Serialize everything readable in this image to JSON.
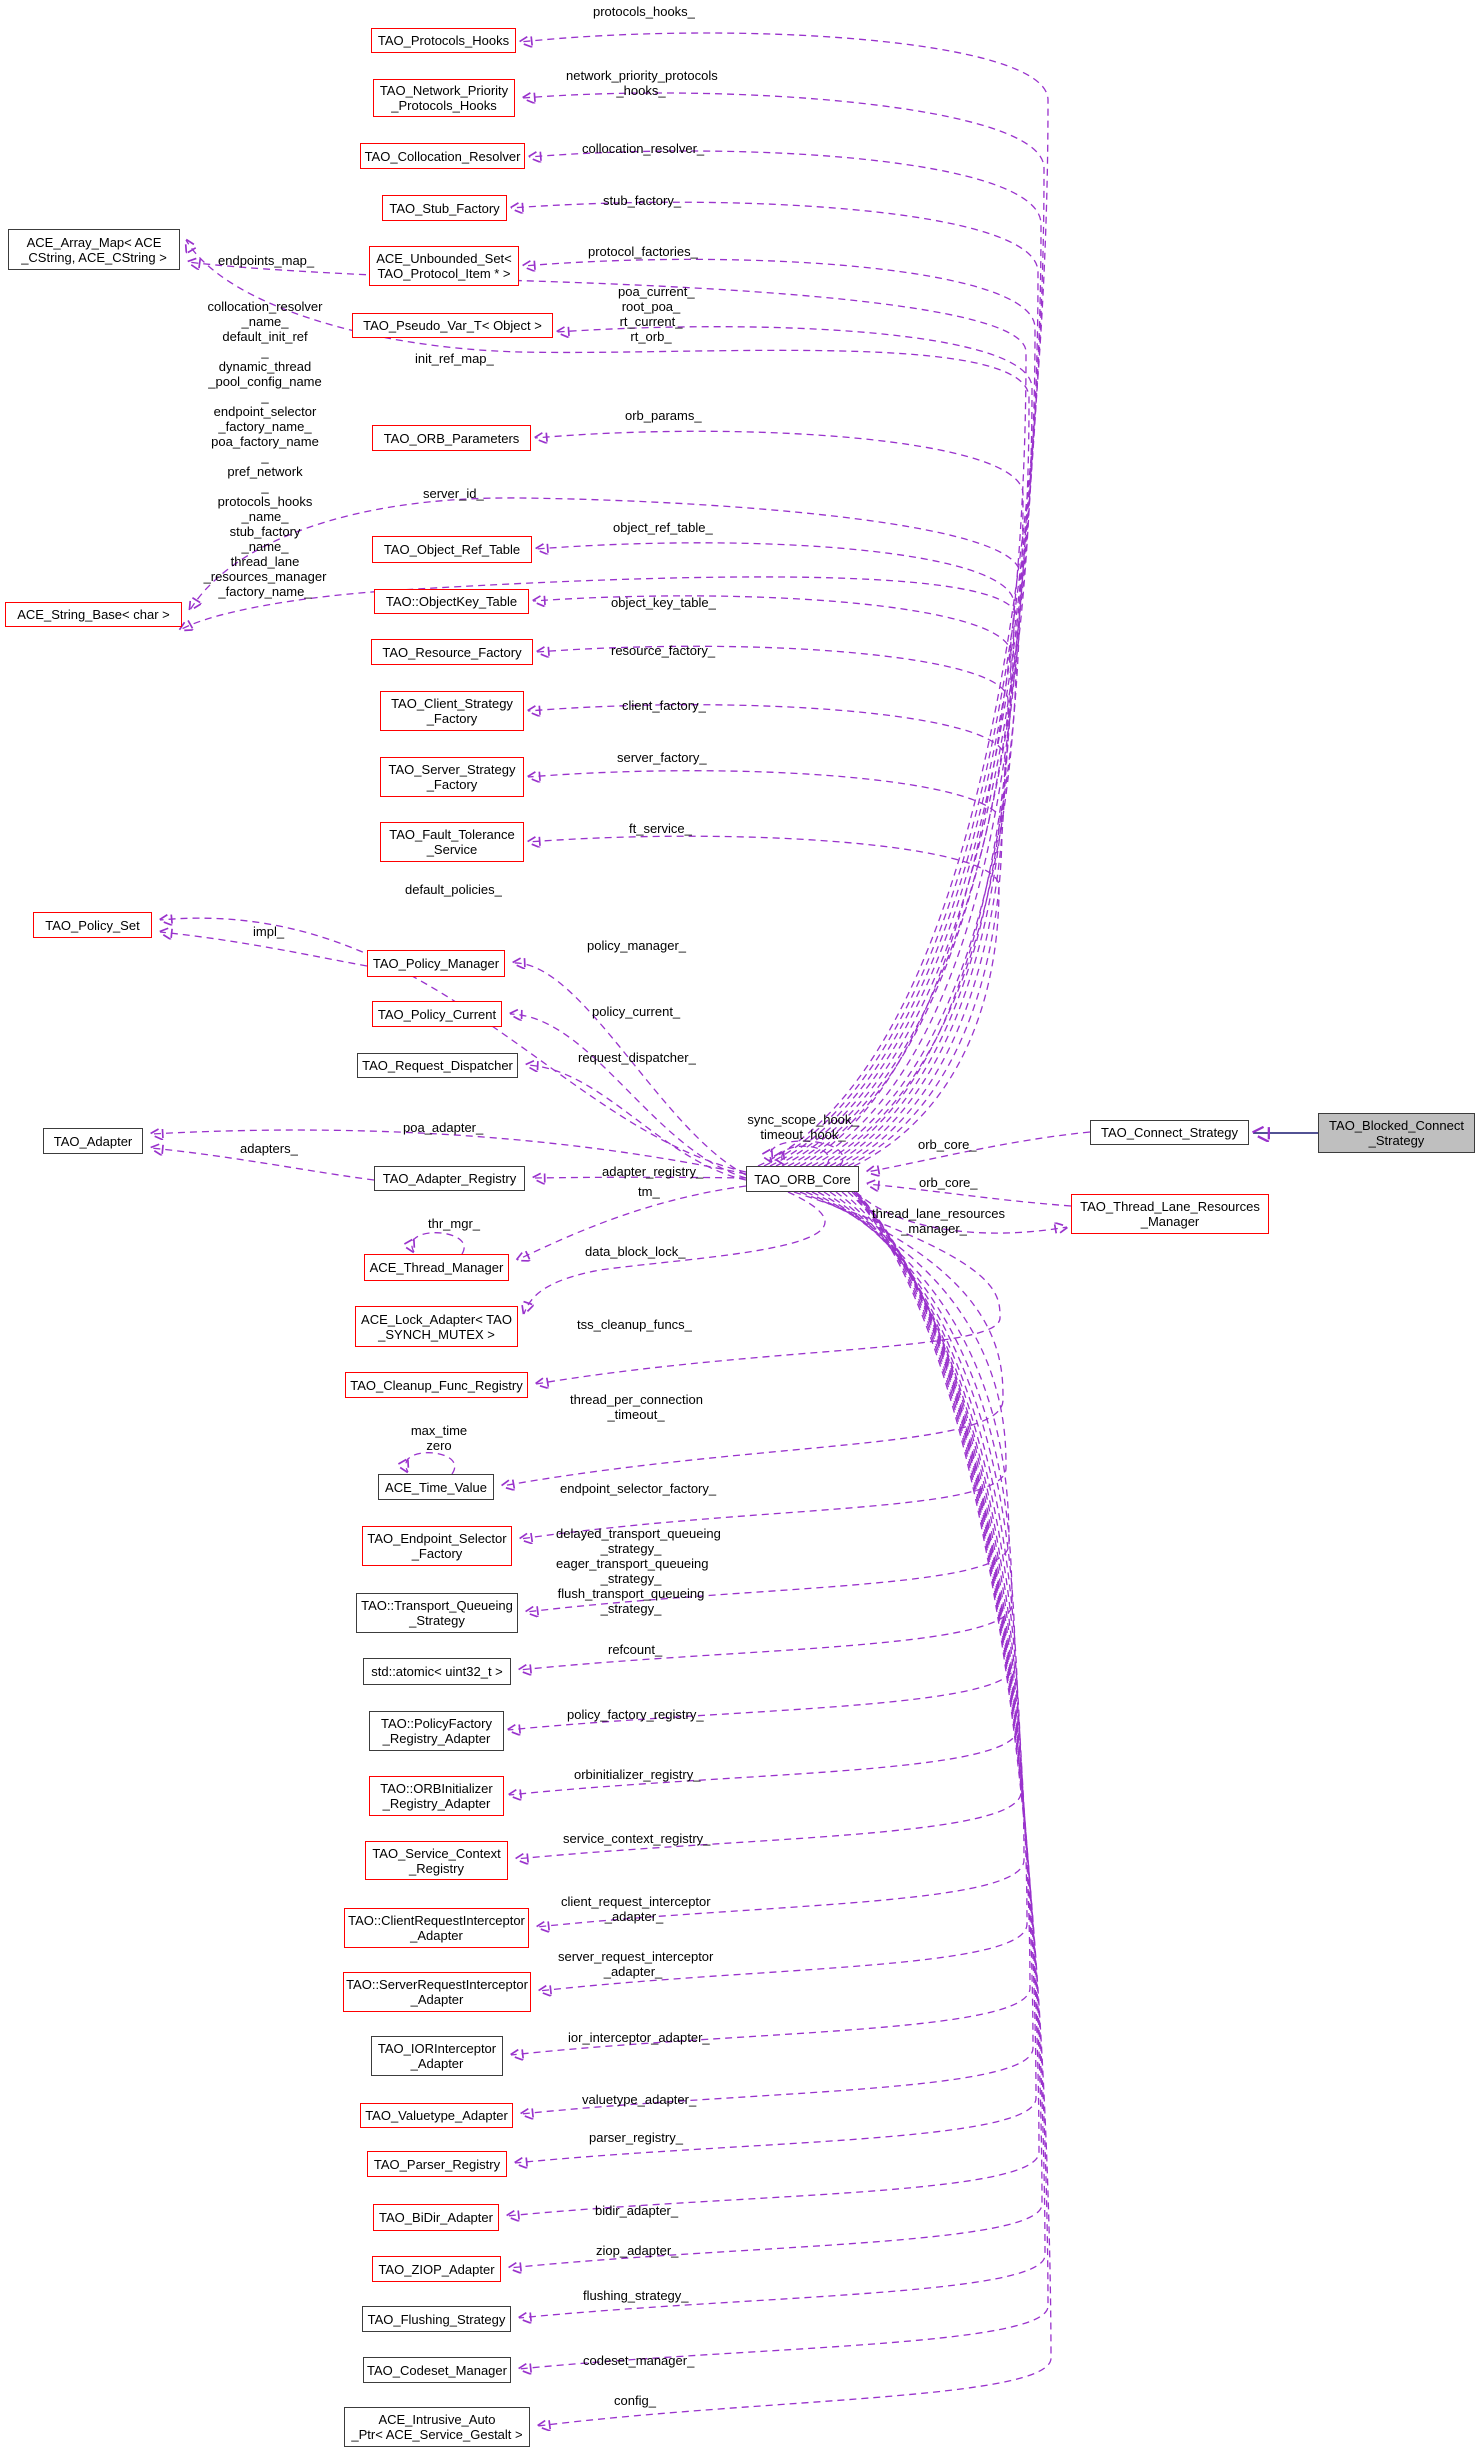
{
  "colors": {
    "usage_edge": "#9932cc",
    "inheritance_edge": "#191970",
    "red_node_border": "#ff0000",
    "black_node_border": "#3c3c3c",
    "node_fill": "#ffffff",
    "current_node_fill": "#bfbfbf",
    "text": "#000000"
  },
  "nodes": {
    "protocols_hooks": "TAO_Protocols_Hooks",
    "network_priority_protocols_hooks": "TAO_Network_Priority\n_Protocols_Hooks",
    "collocation_resolver": "TAO_Collocation_Resolver",
    "stub_factory": "TAO_Stub_Factory",
    "unbounded_set_protocol_item": "ACE_Unbounded_Set<\nTAO_Protocol_Item * >",
    "pseudo_var_t_object": "TAO_Pseudo_Var_T< Object >",
    "array_map_cstring": "ACE_Array_Map< ACE\n_CString, ACE_CString >",
    "orb_parameters": "TAO_ORB_Parameters",
    "object_ref_table": "TAO_Object_Ref_Table",
    "objectkey_table": "TAO::ObjectKey_Table",
    "resource_factory": "TAO_Resource_Factory",
    "client_strategy_factory": "TAO_Client_Strategy\n_Factory",
    "server_strategy_factory": "TAO_Server_Strategy\n_Factory",
    "fault_tolerance_service": "TAO_Fault_Tolerance\n_Service",
    "string_base_char": "ACE_String_Base< char >",
    "policy_set": "TAO_Policy_Set",
    "policy_manager": "TAO_Policy_Manager",
    "policy_current": "TAO_Policy_Current",
    "request_dispatcher": "TAO_Request_Dispatcher",
    "adapter": "TAO_Adapter",
    "adapter_registry": "TAO_Adapter_Registry",
    "thread_manager": "ACE_Thread_Manager",
    "lock_adapter_synch_mutex": "ACE_Lock_Adapter< TAO\n_SYNCH_MUTEX >",
    "cleanup_func_registry": "TAO_Cleanup_Func_Registry",
    "time_value": "ACE_Time_Value",
    "endpoint_selector_factory": "TAO_Endpoint_Selector\n_Factory",
    "transport_queueing_strategy": "TAO::Transport_Queueing\n_Strategy",
    "std_atomic_uint32": "std::atomic< uint32_t >",
    "policyfactory_registry_adapter": "TAO::PolicyFactory\n_Registry_Adapter",
    "orbinitializer_registry_adapter": "TAO::ORBInitializer\n_Registry_Adapter",
    "service_context_registry": "TAO_Service_Context\n_Registry",
    "client_request_interceptor_adapter": "TAO::ClientRequestInterceptor\n_Adapter",
    "server_request_interceptor_adapter": "TAO::ServerRequestInterceptor\n_Adapter",
    "ior_interceptor_adapter": "TAO_IORInterceptor\n_Adapter",
    "valuetype_adapter": "TAO_Valuetype_Adapter",
    "parser_registry": "TAO_Parser_Registry",
    "bidir_adapter": "TAO_BiDir_Adapter",
    "ziop_adapter": "TAO_ZIOP_Adapter",
    "flushing_strategy": "TAO_Flushing_Strategy",
    "codeset_manager": "TAO_Codeset_Manager",
    "intrusive_auto_ptr_service_gestalt": "ACE_Intrusive_Auto\n_Ptr< ACE_Service_Gestalt >",
    "orb_core": "TAO_ORB_Core",
    "connect_strategy": "TAO_Connect_Strategy",
    "blocked_connect_strategy": "TAO_Blocked_Connect\n_Strategy",
    "thread_lane_resources_manager": "TAO_Thread_Lane_Resources\n_Manager"
  },
  "edge_labels": {
    "protocols_hooks": "protocols_hooks_",
    "network_priority_protocols_hooks": "network_priority_protocols\n_hooks_",
    "collocation_resolver": "collocation_resolver_",
    "stub_factory": "stub_factory_",
    "protocol_factories": "protocol_factories_",
    "poa_current_group": "poa_current_\nroot_poa_\nrt_current_\nrt_orb_",
    "init_ref_map": "init_ref_map_",
    "endpoints_map": "endpoints_map_",
    "orb_params": "orb_params_",
    "server_id": "server_id_",
    "string_names_group": "collocation_resolver\n_name_\ndefault_init_ref\n_\ndynamic_thread\n_pool_config_name\n_\nendpoint_selector\n_factory_name_\npoa_factory_name\n_\npref_network\n_\nprotocols_hooks\n_name_\nstub_factory\n_name_\nthread_lane\n_resources_manager\n_factory_name_",
    "object_ref_table": "object_ref_table_",
    "object_key_table": "object_key_table_",
    "resource_factory": "resource_factory_",
    "client_factory": "client_factory_",
    "server_factory": "server_factory_",
    "ft_service": "ft_service_",
    "default_policies": "default_policies_",
    "impl": "impl_",
    "policy_manager": "policy_manager_",
    "policy_current": "policy_current_",
    "request_dispatcher": "request_dispatcher_",
    "poa_adapter": "poa_adapter_",
    "adapters": "adapters_",
    "adapter_registry": "adapter_registry_",
    "tm": "tm_",
    "thr_mgr": "thr_mgr_",
    "sync_timeout_hooks": "sync_scope_hook_\ntimeout_hook_",
    "orb_core_top": "orb_core_",
    "orb_core_bottom": "orb_core_",
    "thread_lane_resources_manager": "thread_lane_resources\n_manager_",
    "data_block_lock": "data_block_lock_",
    "tss_cleanup_funcs": "tss_cleanup_funcs_",
    "thread_per_connection_timeout": "thread_per_connection\n_timeout_",
    "max_time_zero": "max_time\nzero",
    "endpoint_selector_factory": "endpoint_selector_factory_",
    "transport_queueing_strategies": "delayed_transport_queueing\n_strategy_\neager_transport_queueing\n_strategy_\nflush_transport_queueing\n_strategy_",
    "refcount": "refcount_",
    "policy_factory_registry": "policy_factory_registry_",
    "orbinitializer_registry": "orbinitializer_registry_",
    "service_context_registry": "service_context_registry_",
    "client_request_interceptor_adapter": "client_request_interceptor\n_adapter_",
    "server_request_interceptor_adapter": "server_request_interceptor\n_adapter_",
    "ior_interceptor_adapter": "ior_interceptor_adapter_",
    "valuetype_adapter": "valuetype_adapter_",
    "parser_registry": "parser_registry_",
    "bidir_adapter": "bidir_adapter_",
    "ziop_adapter": "ziop_adapter_",
    "flushing_strategy": "flushing_strategy_",
    "codeset_manager": "codeset_manager_",
    "config": "config_"
  }
}
